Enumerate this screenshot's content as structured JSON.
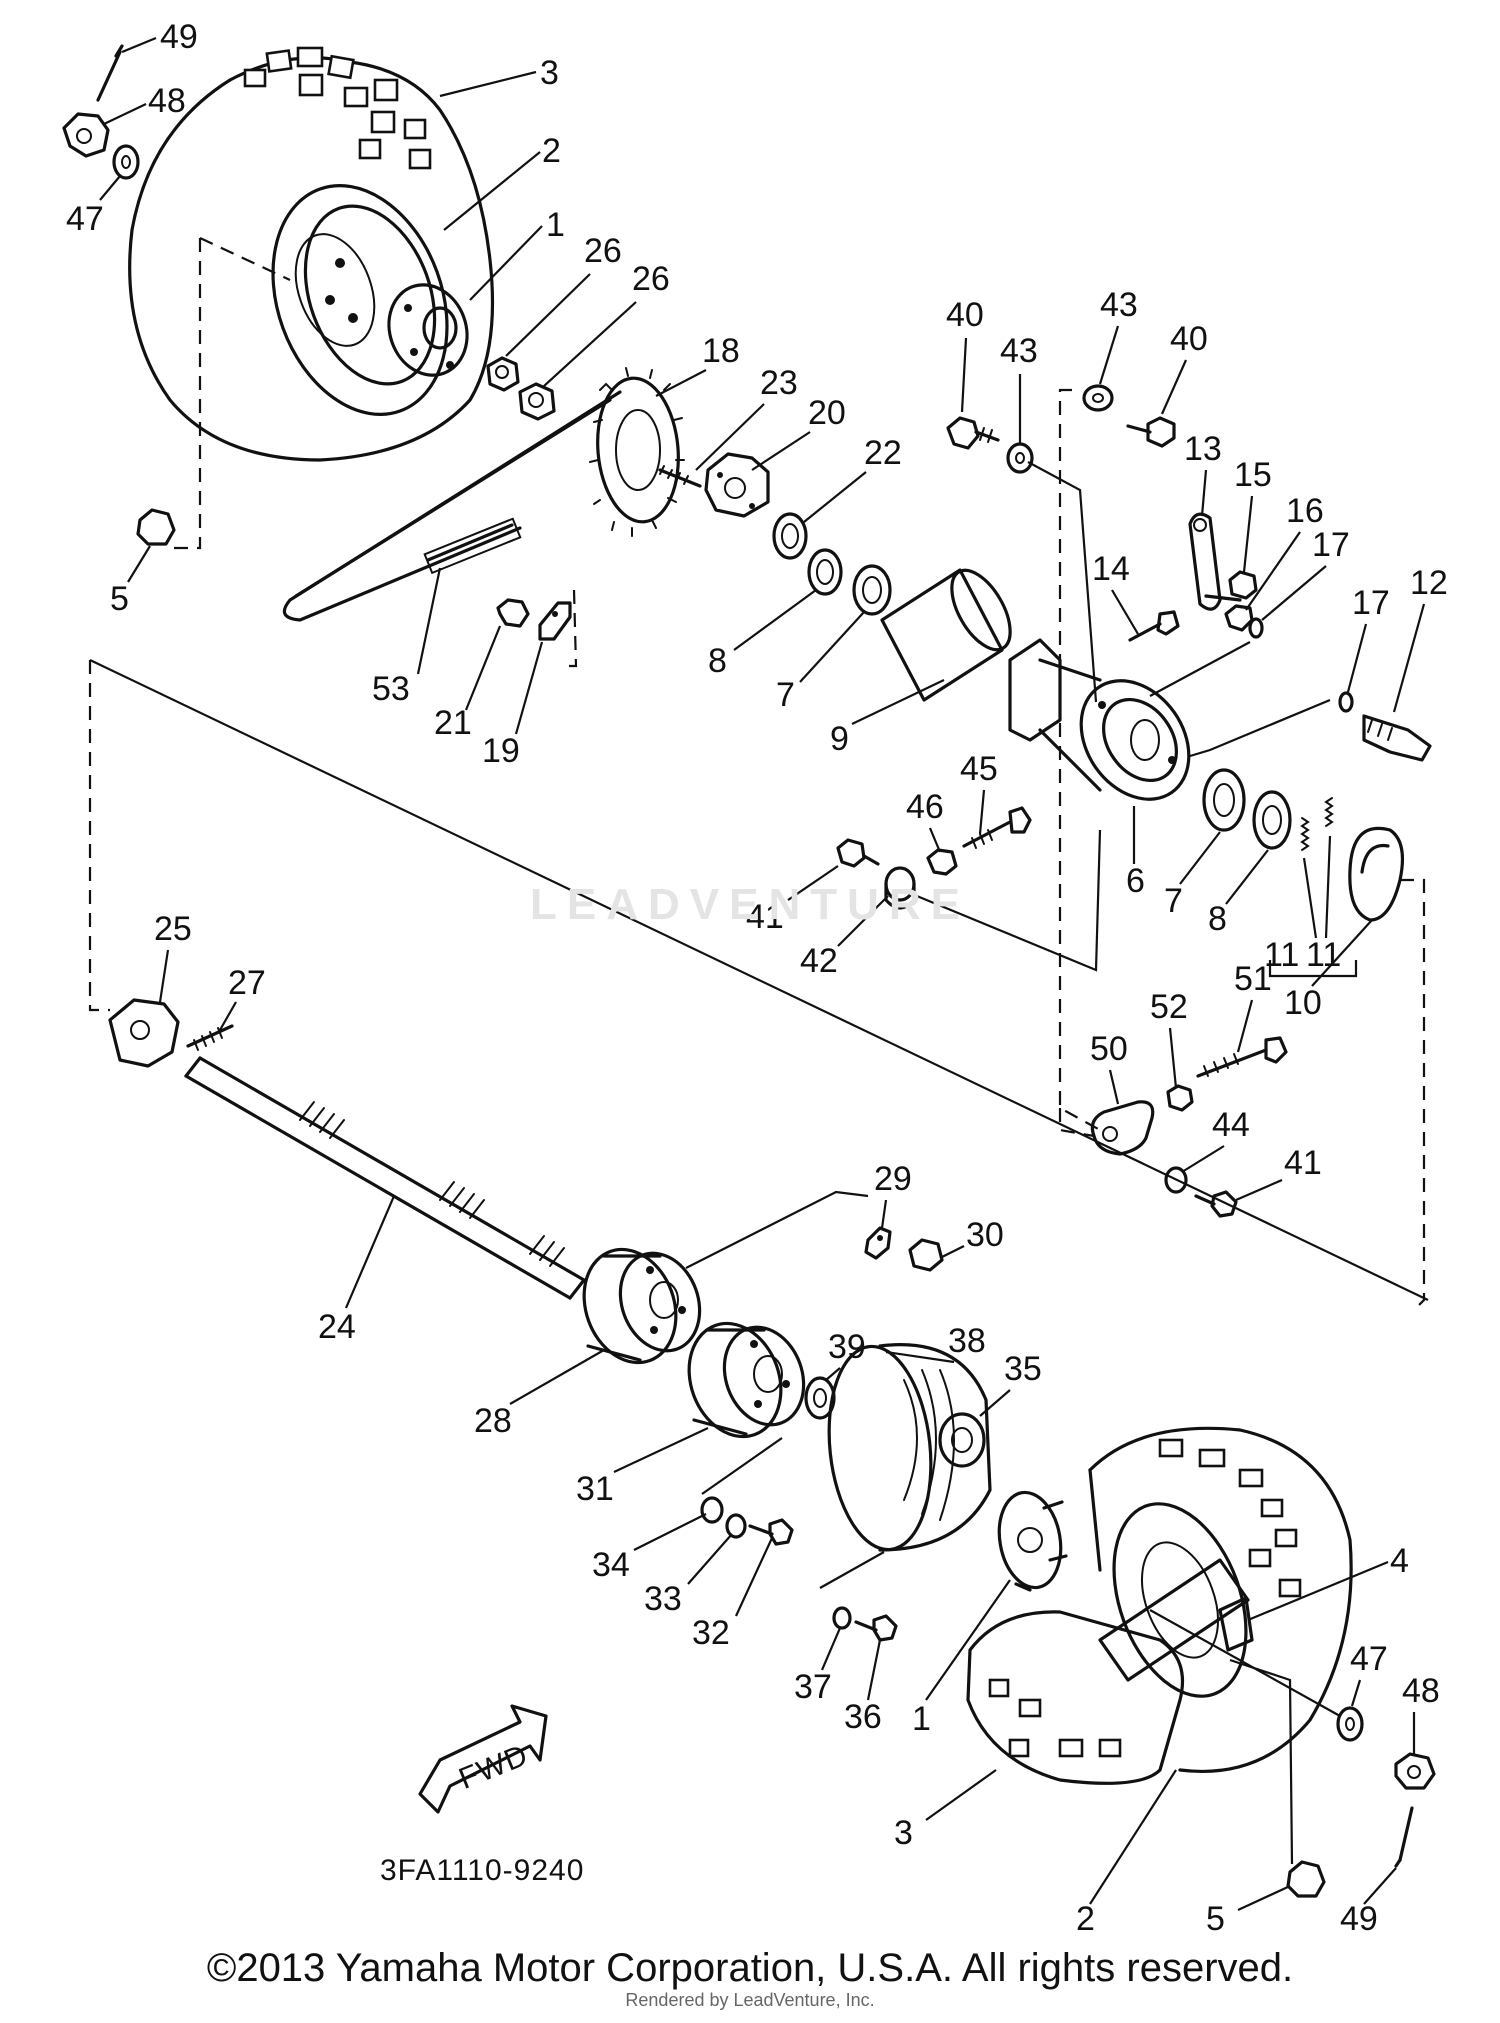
{
  "diagram": {
    "part_code": "3FA1110-9240",
    "fwd_label": "FWD",
    "labels": {
      "l49a": "49",
      "l48a": "48",
      "l47a": "47",
      "l3a": "3",
      "l2a": "2",
      "l1a": "1",
      "l26a": "26",
      "l26b": "26",
      "l5a": "5",
      "l18": "18",
      "l23": "23",
      "l20": "20",
      "l22": "22",
      "l8a": "8",
      "l7a": "7",
      "l53": "53",
      "l21": "21",
      "l19": "19",
      "l9": "9",
      "l40a": "40",
      "l43a": "43",
      "l43b": "43",
      "l40b": "40",
      "l13": "13",
      "l15": "15",
      "l16": "16",
      "l17a": "17",
      "l17b": "17",
      "l12": "12",
      "l14": "14",
      "l6": "6",
      "l7b": "7",
      "l8b": "8",
      "l45": "45",
      "l46": "46",
      "l41a": "41",
      "l42": "42",
      "l11a": "11",
      "l11b": "11",
      "l10": "10",
      "l51": "51",
      "l52": "52",
      "l50": "50",
      "l44": "44",
      "l41b": "41",
      "l25": "25",
      "l27": "27",
      "l24": "24",
      "l29": "29",
      "l30": "30",
      "l28": "28",
      "l39": "39",
      "l38": "38",
      "l35": "35",
      "l31": "31",
      "l34": "34",
      "l33": "33",
      "l32": "32",
      "l37": "37",
      "l36": "36",
      "l1b": "1",
      "l4": "4",
      "l47b": "47",
      "l48b": "48",
      "l3b": "3",
      "l2b": "2",
      "l5b": "5",
      "l49b": "49"
    }
  },
  "watermark": "LEADVENTURE",
  "copyright": "©2013 Yamaha Motor Corporation, U.S.A. All rights reserved.",
  "rendered_by": "Rendered by LeadVenture, Inc."
}
